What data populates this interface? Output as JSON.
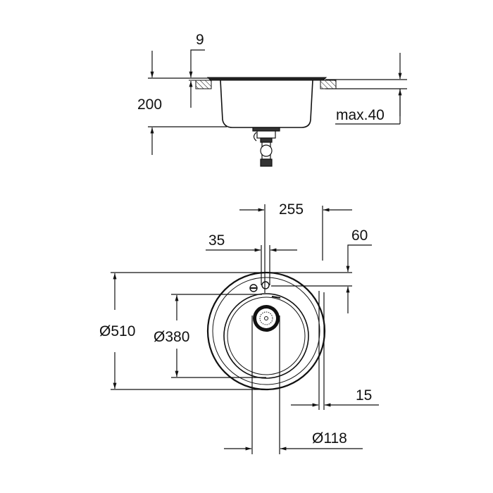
{
  "diagram": {
    "title": "Round sink dimension drawing",
    "side_view": {
      "labels": {
        "rim_thickness": "9",
        "total_depth": "200",
        "countertop_max": "max.40"
      }
    },
    "plan_view": {
      "labels": {
        "tap_hole_offset": "255",
        "tap_hole_diameter": "35",
        "tap_hole_from_edge": "60",
        "outer_diameter": "Ø510",
        "bowl_diameter": "Ø380",
        "rim_width": "15",
        "drain_diameter": "Ø118"
      }
    },
    "colors": {
      "line": "#111111",
      "background": "#ffffff"
    }
  }
}
